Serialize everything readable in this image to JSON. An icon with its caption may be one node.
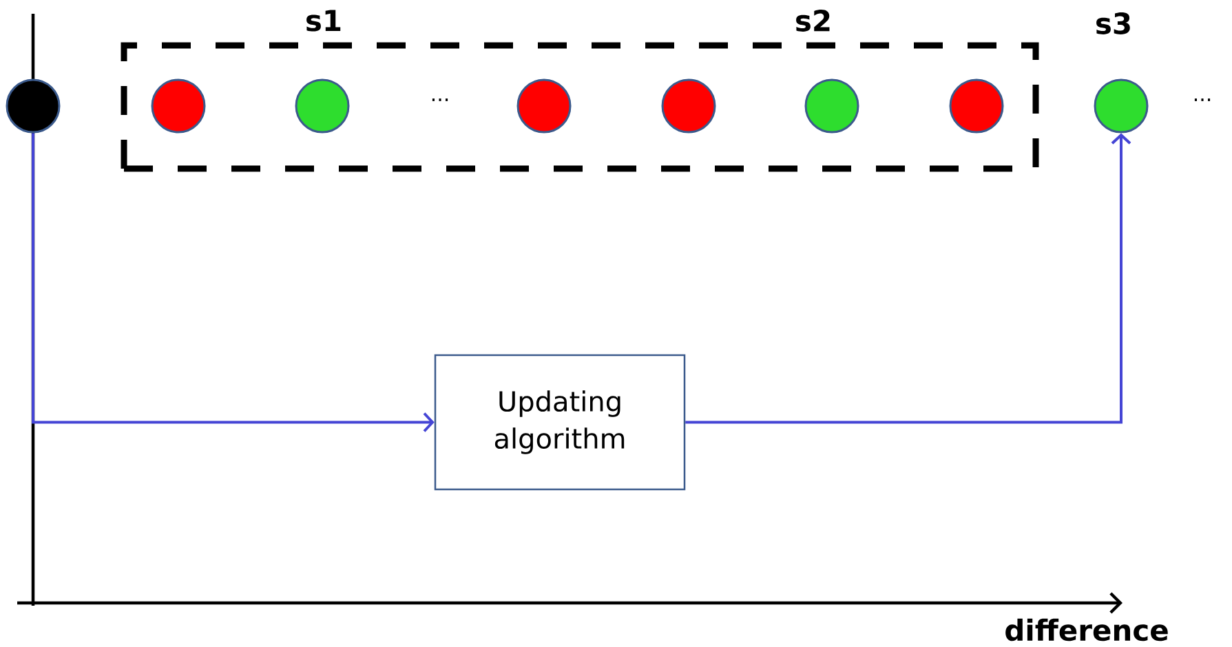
{
  "diagram": {
    "nodes": [
      {
        "text": [],
        "shape": "circle"
      },
      {
        "text": [],
        "shape": "box"
      },
      {
        "text": [],
        "shape": "circle",
        "in": 1
      },
      {
        "text": [],
        "shape": "circle",
        "in": 1
      },
      {
        "text": [],
        "shape": "circle",
        "in": 1
      },
      {
        "text": [],
        "shape": "circle",
        "in": 1
      },
      {
        "text": [],
        "shape": "circle",
        "in": 1
      },
      {
        "text": [],
        "shape": "circle",
        "in": 1
      },
      {
        "text": [],
        "shape": "circle"
      },
      {
        "text": [
          "Updating algorithm"
        ]
      }
    ],
    "edges": [
      {
        "from": 0,
        "to": 9,
        "arrow": "to"
      },
      {
        "from": 9,
        "to": 8,
        "arrow": "to"
      }
    ],
    "labels": [
      "s1",
      "s2",
      "s3",
      "...",
      "...",
      "difference"
    ]
  }
}
